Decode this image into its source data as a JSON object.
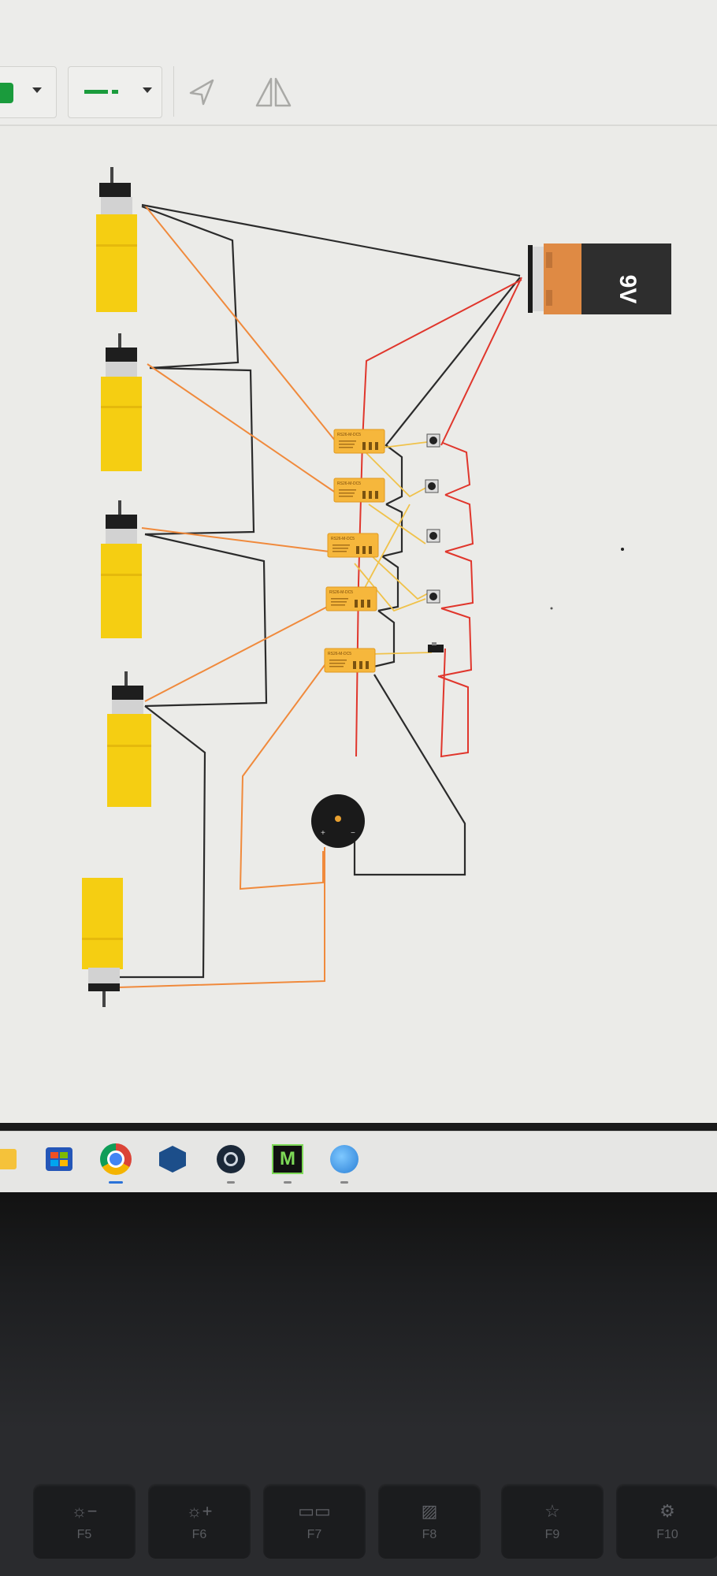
{
  "toolbar": {
    "fill_color": "#1a9b3c",
    "line_color": "#1a9b3c",
    "fill_dropdown_icon": "caret-down",
    "line_dropdown_icon": "caret-down",
    "tools": [
      "rotate-tool-icon",
      "flip-tool-icon"
    ]
  },
  "circuit": {
    "battery_label": "9V",
    "relay_label": "RS26-M-DC5",
    "relay_count": 5,
    "motor_count": 5,
    "button_count": 4,
    "wire_colors": {
      "negative": "#2b2b2b",
      "positive": "#e0362c",
      "signal": "#f08a3c",
      "control": "#f0c24a"
    }
  },
  "taskbar": {
    "apps": [
      "file-explorer",
      "microsoft-store",
      "chrome",
      "sketchup",
      "steam",
      "m-app",
      "paint-app"
    ]
  },
  "keyboard": {
    "keys": [
      "F5",
      "F6",
      "F7",
      "F8",
      "F9",
      "F10"
    ]
  }
}
